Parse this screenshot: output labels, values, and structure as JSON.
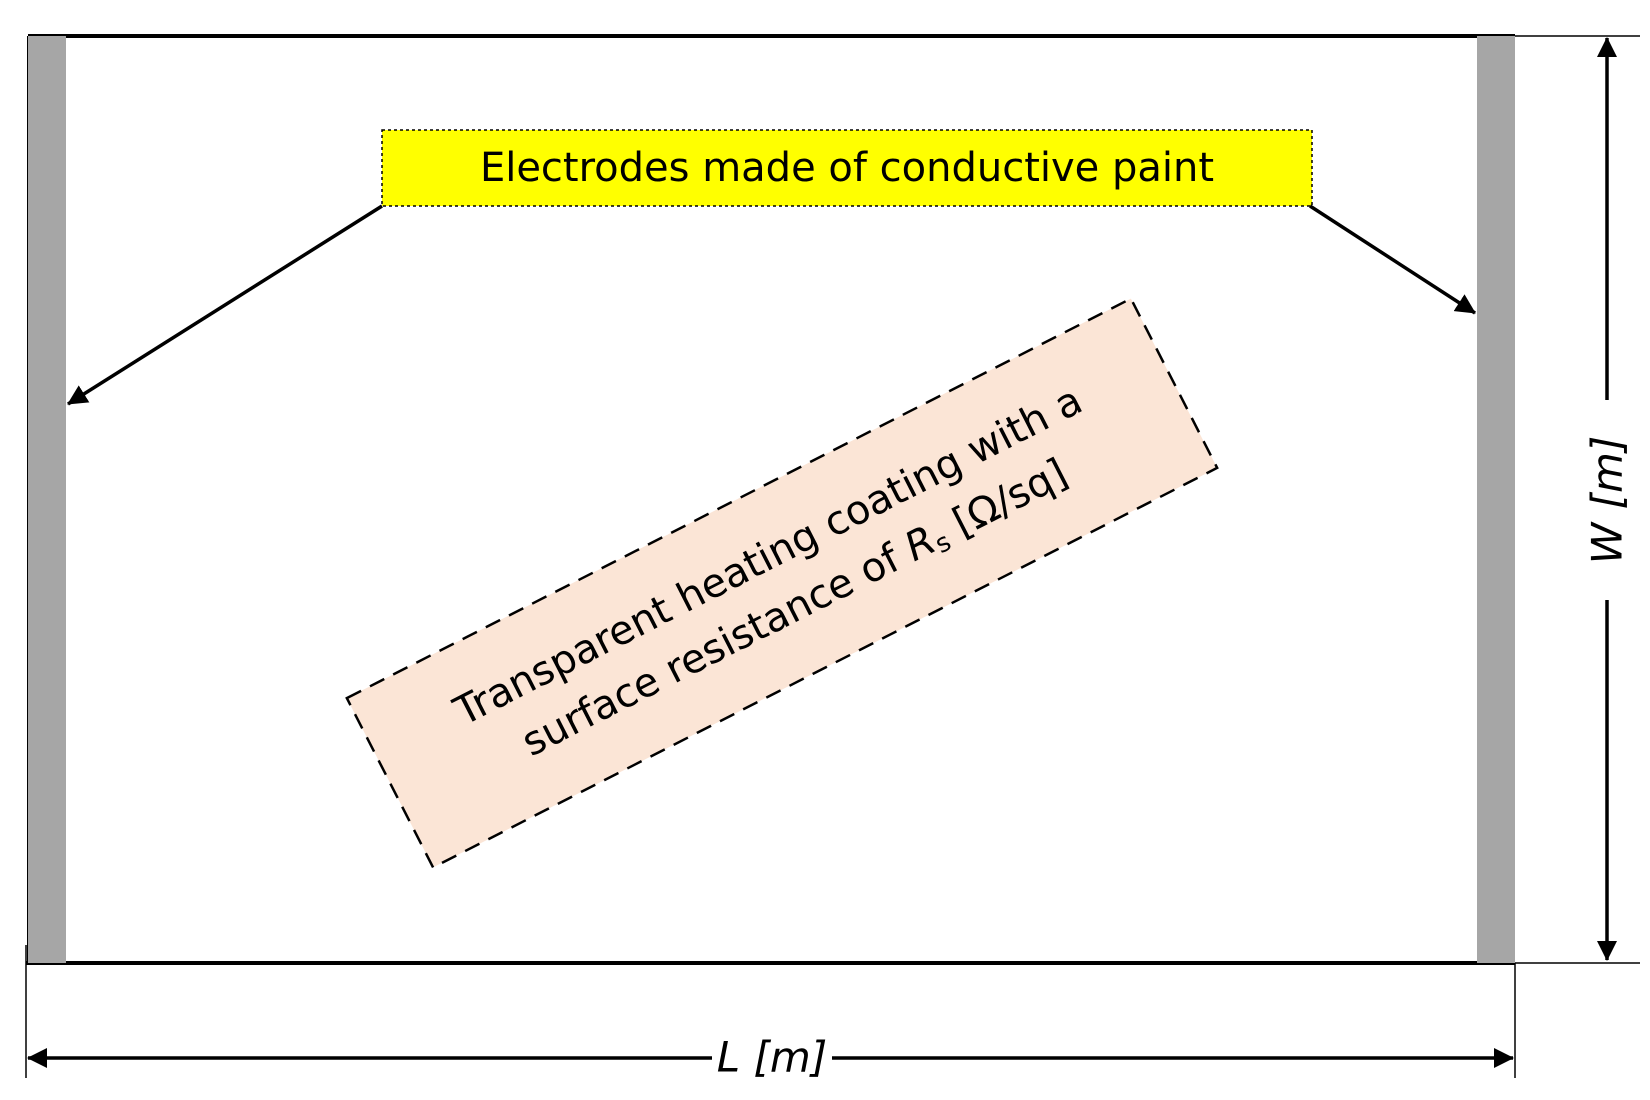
{
  "electrode_label": "Electrodes made of conductive paint",
  "coating_label": {
    "line1": "Transparent heating coating with a",
    "line2_prefix": "surface resistance of ",
    "symbol": "R",
    "subscript": "s",
    "unit": " [Ω/sq]"
  },
  "width_label": "W [m]",
  "length_label": "L [m]",
  "colors": {
    "electrode": "#a6a6a6",
    "label_fill": "#ffff00",
    "coating_fill": "#fbe5d6",
    "stroke": "#000000"
  }
}
